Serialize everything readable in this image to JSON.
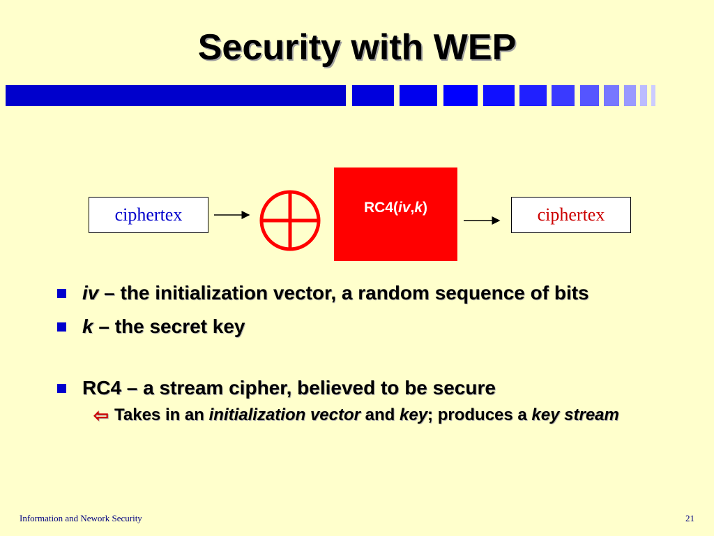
{
  "title": "Security with WEP",
  "diagram": {
    "input_box": "ciphertex",
    "operator_symbol": "xor-circle-plus",
    "rc4_prefix": "RC4(",
    "rc4_iv": "iv",
    "rc4_comma": ",",
    "rc4_k": "k",
    "rc4_suffix": ")",
    "output_box": "ciphertex",
    "colors": {
      "rc4_fill": "#ff0000",
      "xor": "#ff0000",
      "input_text": "#0000cc",
      "output_text": "#cc0000"
    }
  },
  "bullets": [
    {
      "term": "iv",
      "text": " – the initialization vector, a random sequence of bits"
    },
    {
      "term": "k",
      "text": " – the secret key"
    },
    {
      "text": "RC4 – a stream cipher, believed to be secure"
    }
  ],
  "sub_bullet": {
    "icon": "arrow-left-icon",
    "t1": "Takes in an ",
    "em1": "initialization vector",
    "t2": " and ",
    "em2": "key",
    "t3": "; produces a ",
    "em3": "key stream"
  },
  "footer": {
    "left": "Information and  Nework Security",
    "page": "21"
  },
  "colors": {
    "background": "#ffffcc",
    "bullet": "#0000cc",
    "bar_dark": "#0000cc"
  }
}
